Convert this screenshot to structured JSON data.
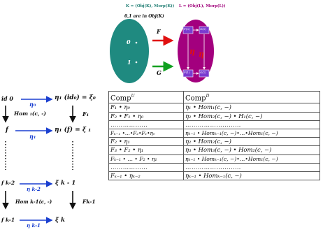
{
  "header": {
    "k_def": "K = (Obj(K), Morp(K))",
    "l_def": "L = (Obj(L), Morp(L))",
    "obj_note": "0,1 are in Obj(K)"
  },
  "diagram": {
    "node_0": "0",
    "node_1": "1",
    "functor_f": "F",
    "functor_g": "G",
    "inner_labels": [
      "F(0)",
      "G(0)",
      "F(1)",
      "G(1)"
    ],
    "colors": {
      "k_ellipse": "#1f8a80",
      "l_ellipse": "#a3007e",
      "arrow_f": "#e01010",
      "arrow_g": "#10a020"
    }
  },
  "chain": {
    "row0": {
      "left": "id 0",
      "right": "η₁ (id₀) = ξ₀",
      "arrow": "η₀"
    },
    "row1": {
      "down": "Hom ₁(c, -)",
      "down_right": "F₁"
    },
    "row2": {
      "left": "f",
      "right": "η₁ (f) = ξ ₁",
      "arrow": "η₁"
    },
    "row3": {
      "left": "f k-2",
      "right": "ξ k - 1",
      "arrow": "η k-2"
    },
    "row4": {
      "down": "Hom k-1(c, -)",
      "down_right": "Fk-1"
    },
    "row5": {
      "left": "f k-1",
      "right": "ξ k",
      "arrow": "η k-1"
    }
  },
  "table": {
    "headers": [
      "Comp",
      "Comp"
    ],
    "header_sups": [
      "U",
      "D"
    ],
    "rows": [
      [
        "F₁ • η₀",
        "η₁ • Hom₁(c, −)"
      ],
      [
        "F₂ • F₁ • η₀",
        "η₂ • Hom₂(c, −) • H₁(c, −)"
      ],
      [
        "………………",
        "………………………"
      ],
      [
        "Fₖ₋₁ •…•F₂•F₁•η₀",
        "ηₖ₋₁ • Homₖ₋₁(c, −)•…•Hom₁(c, −)"
      ],
      [
        "F₂ • η₁",
        "η₂ • Hom₂(c, −)"
      ],
      [
        "F₃ • F₂ • η₁",
        "η₃ • Hom₃(c, −) • Hom₂(c, −)"
      ],
      [
        "Fₖ₋₁ • … • F₂ • η₁",
        "ηₖ₋₁ • Homₖ₋₁(c, −)•…•Hom₁(c, −)"
      ],
      [
        "………………",
        "………………………"
      ],
      [
        "Fₖ₋₁ • ηₖ₋₂",
        "ηₖ₋₁ • Homₖ₋₁(c, −)"
      ]
    ]
  }
}
